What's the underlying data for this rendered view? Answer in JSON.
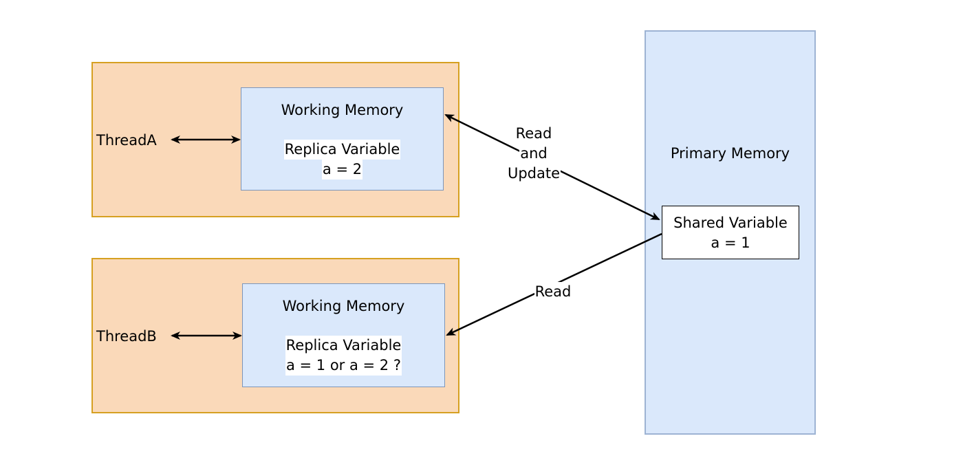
{
  "thread_a": {
    "label": "ThreadA",
    "working_memory": {
      "title": "Working Memory",
      "replica_label": "Replica Variable",
      "replica_value": "a = 2"
    }
  },
  "thread_b": {
    "label": "ThreadB",
    "working_memory": {
      "title": "Working Memory",
      "replica_label": "Replica Variable",
      "replica_value": "a = 1 or a = 2 ?"
    }
  },
  "primary_memory": {
    "title": "Primary Memory",
    "shared_label": "Shared Variable",
    "shared_value": "a = 1"
  },
  "edges": {
    "read_update_line1": "Read",
    "read_update_line2": "and",
    "read_update_line3": "Update",
    "read": "Read"
  },
  "colors": {
    "thread_fill": "#fad9b9",
    "thread_border": "#d6a021",
    "memory_fill": "#dae8fb",
    "memory_border": "#7b95bb"
  }
}
